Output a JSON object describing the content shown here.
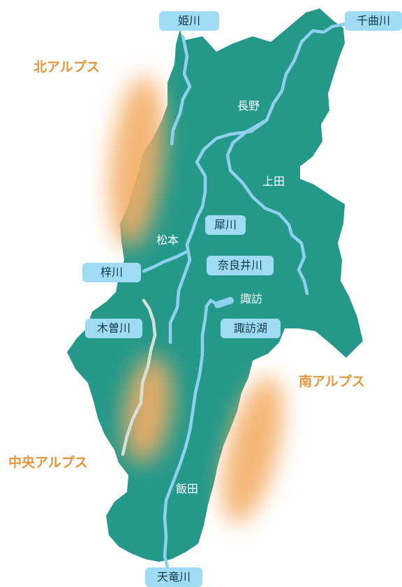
{
  "map": {
    "colors": {
      "land": "#24998a",
      "river": "#8fd0ee",
      "river_faded": "#d7dfd6",
      "mountain_glow": "#f3ad66",
      "river_label_bg": "#9fdcf3",
      "alps_text": "#e8953a",
      "city_text": "#ffffff"
    },
    "alps": {
      "north": "北アルプス",
      "central": "中央アルプス",
      "south": "南アルプス"
    },
    "cities": {
      "nagano": "長野",
      "ueda": "上田",
      "matsumoto": "松本",
      "suwa": "諏訪",
      "iida": "飯田"
    },
    "rivers": {
      "himekawa": "姫川",
      "chikumagawa": "千曲川",
      "saigawa": "犀川",
      "narai": "奈良井川",
      "azusa": "梓川",
      "kiso": "木曽川",
      "suwako": "諏訪湖",
      "tenryu": "天竜川"
    }
  }
}
